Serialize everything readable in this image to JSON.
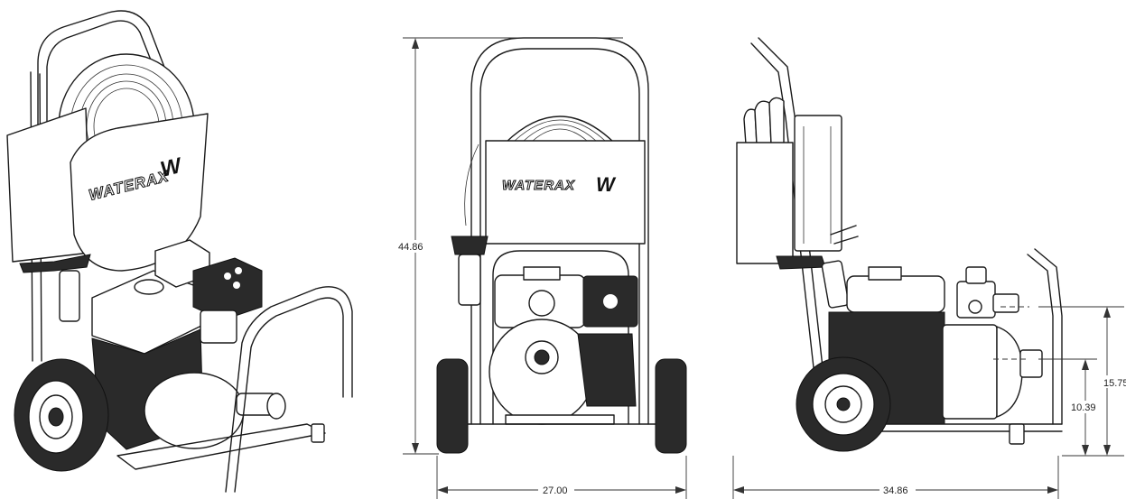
{
  "brand": {
    "logo_text": "WATERAX",
    "logo_mark": "W"
  },
  "dimensions": {
    "height": "44.86",
    "front_width": "27.00",
    "side_length": "34.86",
    "outlet_height": "15.75",
    "inlet_height": "10.39"
  }
}
